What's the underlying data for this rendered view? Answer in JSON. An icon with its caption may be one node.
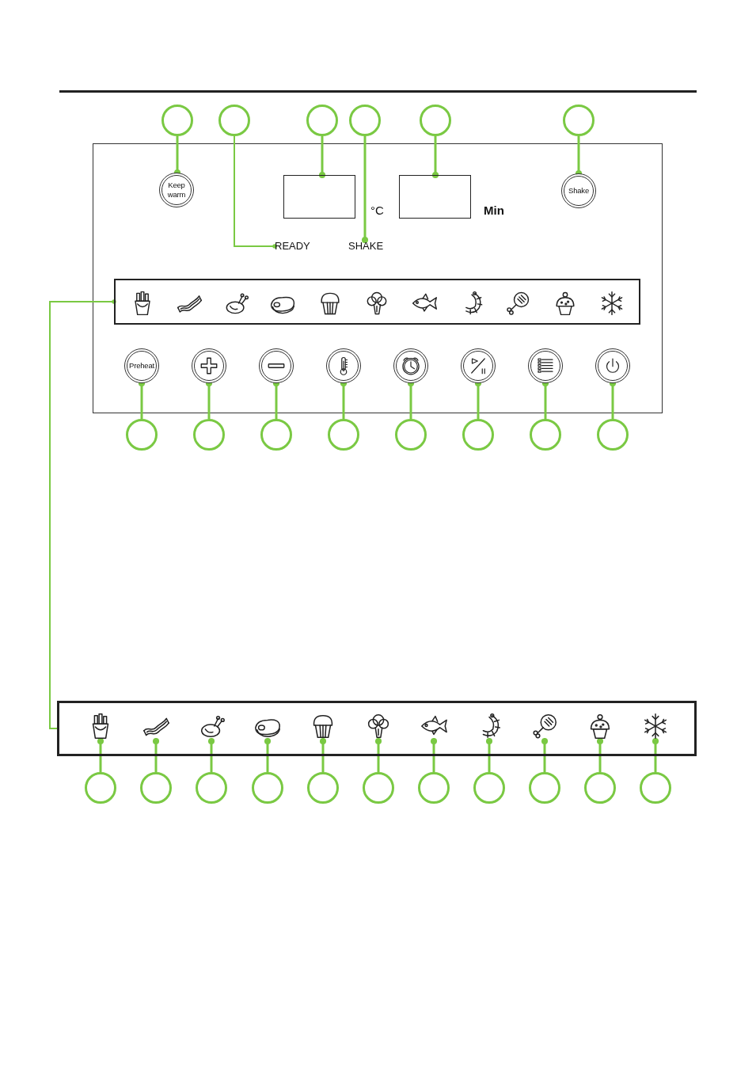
{
  "diagram": {
    "nodes": [
      {
        "text": [],
        "shape": "circle"
      },
      {
        "text": [],
        "shape": "circle"
      },
      {
        "text": [],
        "shape": "circle"
      },
      {
        "text": [],
        "shape": "circle"
      },
      {
        "text": [],
        "shape": "circle"
      },
      {
        "text": [],
        "shape": "circle"
      },
      {
        "text": [
          "Keep warm"
        ]
      },
      {
        "text": [
          "READY"
        ]
      },
      {
        "text": [],
        "shape": "box"
      },
      {
        "text": [
          "SHAKE"
        ]
      },
      {
        "text": [],
        "shape": "box"
      },
      {
        "text": [
          "Shake"
        ]
      },
      {
        "text": [],
        "shape": "box"
      },
      {
        "text": [
          "Preheat"
        ]
      },
      {
        "text": [],
        "shape": "circle"
      },
      {
        "text": [],
        "shape": "circle"
      },
      {
        "text": [],
        "shape": "circle"
      },
      {
        "text": [],
        "shape": "circle"
      },
      {
        "text": [],
        "shape": "circle"
      },
      {
        "text": [],
        "shape": "circle"
      },
      {
        "text": [],
        "shape": "circle"
      },
      {
        "text": [],
        "shape": "circle"
      },
      {
        "text": [],
        "shape": "circle"
      },
      {
        "text": [],
        "shape": "circle"
      },
      {
        "text": [],
        "shape": "circle"
      },
      {
        "text": [],
        "shape": "circle"
      },
      {
        "text": [],
        "shape": "circle"
      },
      {
        "text": [],
        "shape": "circle"
      },
      {
        "text": [],
        "shape": "circle"
      },
      {
        "text": [],
        "shape": "box"
      },
      {
        "text": [],
        "shape": "picture",
        "in": 29
      },
      {
        "text": [],
        "shape": "picture",
        "in": 29
      },
      {
        "text": [],
        "shape": "picture",
        "in": 29
      },
      {
        "text": [],
        "shape": "picture",
        "in": 29
      },
      {
        "text": [],
        "shape": "picture",
        "in": 29
      },
      {
        "text": [],
        "shape": "picture",
        "in": 29
      },
      {
        "text": [],
        "shape": "picture",
        "in": 29
      },
      {
        "text": [],
        "shape": "picture",
        "in": 29
      },
      {
        "text": [],
        "shape": "picture",
        "in": 29
      },
      {
        "text": [],
        "shape": "picture",
        "in": 29
      },
      {
        "text": [],
        "shape": "picture",
        "in": 29
      },
      {
        "text": [],
        "shape": "circle"
      },
      {
        "text": [],
        "shape": "circle"
      },
      {
        "text": [],
        "shape": "circle"
      },
      {
        "text": [],
        "shape": "circle"
      },
      {
        "text": [],
        "shape": "circle"
      },
      {
        "text": [],
        "shape": "circle"
      },
      {
        "text": [],
        "shape": "circle"
      },
      {
        "text": [],
        "shape": "circle"
      },
      {
        "text": [],
        "shape": "circle"
      },
      {
        "text": [],
        "shape": "circle"
      },
      {
        "text": [],
        "shape": "circle"
      }
    ],
    "edges": [
      {
        "from": 0,
        "to": 6,
        "arrow": "other"
      },
      {
        "from": 1,
        "to": 7,
        "arrow": "other"
      },
      {
        "from": 2,
        "to": 8,
        "arrow": "other"
      },
      {
        "from": 3,
        "to": 9,
        "arrow": "other"
      },
      {
        "from": 4,
        "to": 10,
        "arrow": "other"
      },
      {
        "from": 5,
        "to": 11,
        "arrow": "other"
      },
      {
        "from": 29,
        "to": 12,
        "arrow": "other"
      },
      {
        "from": 21,
        "to": 13,
        "arrow": "other"
      },
      {
        "from": 22,
        "to": 14,
        "arrow": "other"
      },
      {
        "from": 23,
        "to": 15,
        "arrow": "other"
      },
      {
        "from": 24,
        "to": 16,
        "arrow": "other"
      },
      {
        "from": 25,
        "to": 17,
        "arrow": "other"
      },
      {
        "from": 26,
        "to": 18,
        "arrow": "other"
      },
      {
        "from": 27,
        "to": 19,
        "arrow": "other"
      },
      {
        "from": 28,
        "to": 20,
        "arrow": "other"
      },
      {
        "from": 41,
        "to": 30,
        "arrow": "other"
      },
      {
        "from": 42,
        "to": 31,
        "arrow": "other"
      },
      {
        "from": 43,
        "to": 32,
        "arrow": "other"
      },
      {
        "from": 44,
        "to": 33,
        "arrow": "other"
      },
      {
        "from": 45,
        "to": 34,
        "arrow": "other"
      },
      {
        "from": 46,
        "to": 35,
        "arrow": "other"
      },
      {
        "from": 47,
        "to": 36,
        "arrow": "other"
      },
      {
        "from": 48,
        "to": 37,
        "arrow": "other"
      },
      {
        "from": 49,
        "to": 38,
        "arrow": "other"
      },
      {
        "from": 50,
        "to": 39,
        "arrow": "other"
      },
      {
        "from": 51,
        "to": 40,
        "arrow": "other"
      }
    ],
    "labels": [
      "°C",
      "Min"
    ]
  }
}
